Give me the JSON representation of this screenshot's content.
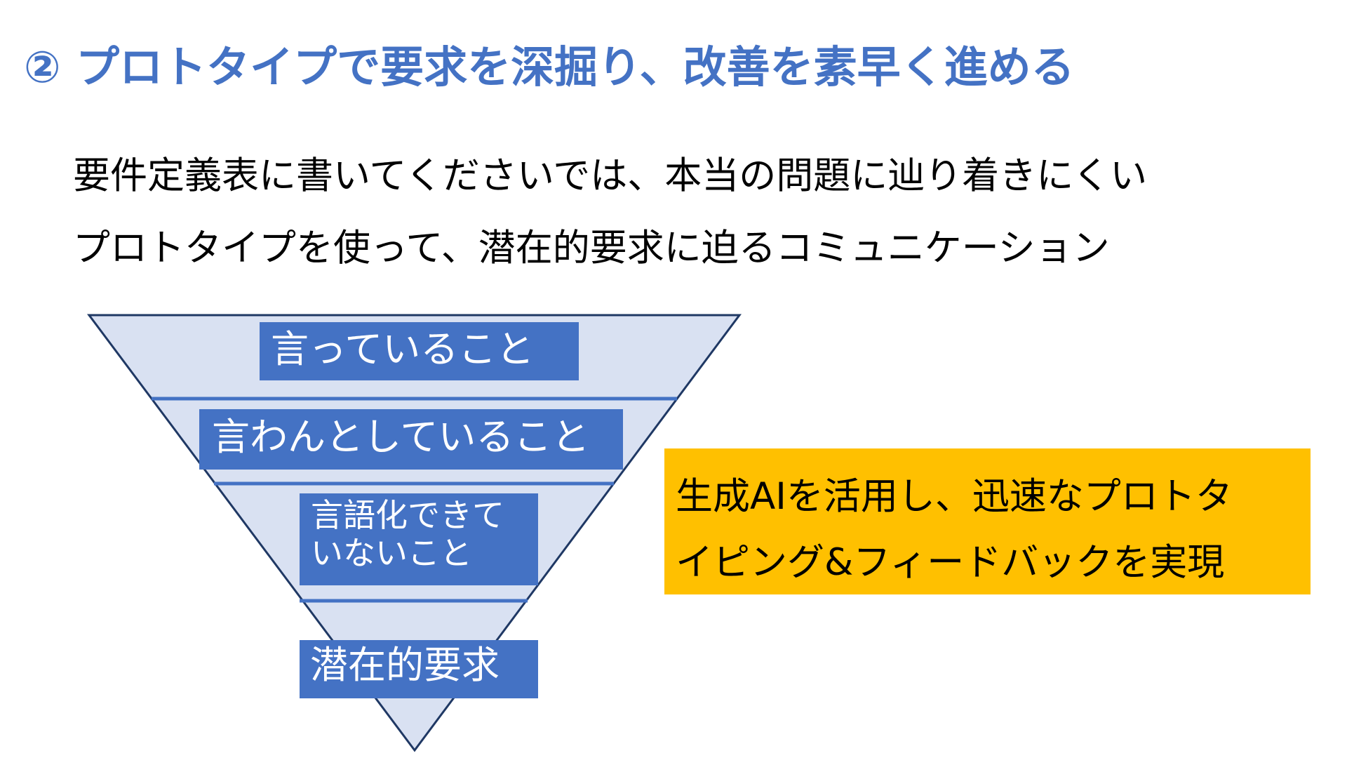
{
  "slide": {
    "title": "② プロトタイプで要求を深掘り、改善を素早く進める",
    "lines": [
      "要件定義表に書いてくださいでは、本当の問題に辿り着きにくい",
      "プロトタイプを使って、潜在的要求に迫るコミュニケーション"
    ]
  },
  "funnel": {
    "fill_color": "#d9e1f2",
    "stroke_color": "#1f3864",
    "divider_color": "#4472c4",
    "box_color": "#4472c4",
    "levels": [
      {
        "label": "言っていること"
      },
      {
        "label": "言わんとしていること"
      },
      {
        "label_line1": "言語化できて",
        "label_line2": "いないこと"
      },
      {
        "label": "潜在的要求"
      }
    ]
  },
  "callout": {
    "color": "#ffc000",
    "line1": "生成AIを活用し、迅速なプロトタ",
    "line2": "イピング&フィードバックを実現"
  }
}
